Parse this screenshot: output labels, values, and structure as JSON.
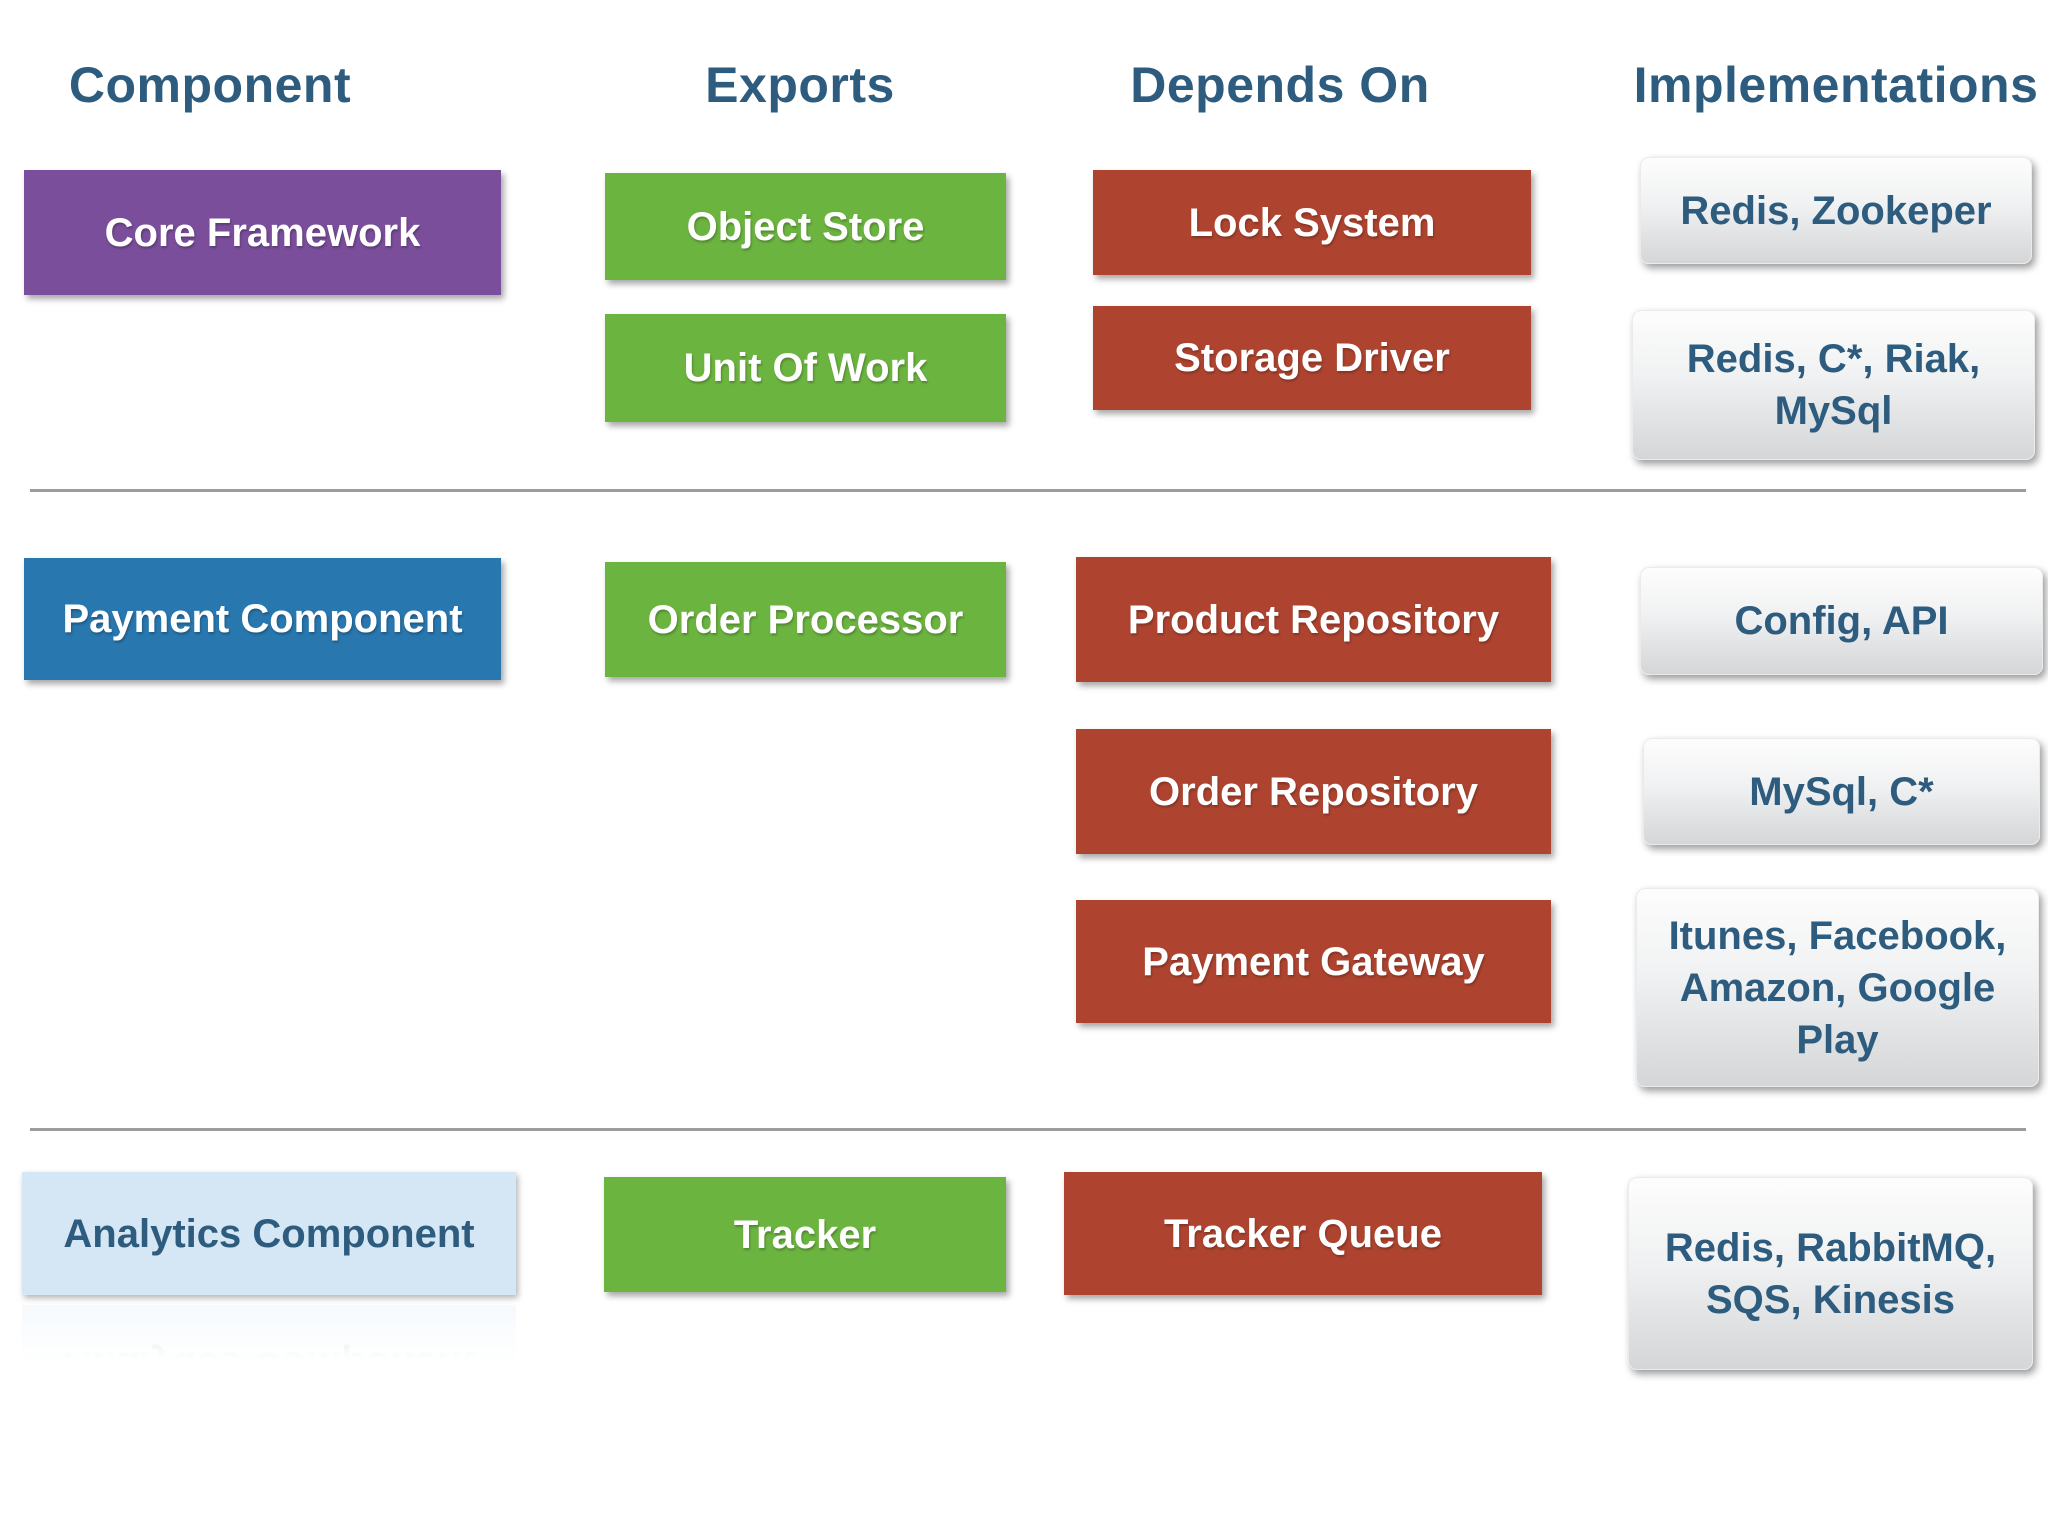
{
  "headers": [
    {
      "label": "Component"
    },
    {
      "label": "Exports"
    },
    {
      "label": "Depends On"
    },
    {
      "label": "Implementations"
    }
  ],
  "colors": {
    "purple": "#7A4E9B",
    "green": "#6CB440",
    "red": "#AE4430",
    "blue": "#2877AF",
    "lightblue": "#D5E6F5",
    "text": "#2E5C7E",
    "divider": "#9C9C9C"
  },
  "rows": [
    {
      "component": {
        "label": "Core Framework"
      },
      "exports": [
        {
          "label": "Object Store"
        },
        {
          "label": "Unit Of Work"
        }
      ],
      "depends_on": [
        {
          "label": "Lock System"
        },
        {
          "label": "Storage Driver"
        }
      ],
      "implementations": [
        {
          "label": "Redis, Zookeper"
        },
        {
          "label": "Redis, C*, Riak, MySql"
        }
      ]
    },
    {
      "component": {
        "label": "Payment Component"
      },
      "exports": [
        {
          "label": "Order Processor"
        }
      ],
      "depends_on": [
        {
          "label": "Product Repository"
        },
        {
          "label": "Order Repository"
        },
        {
          "label": "Payment Gateway"
        }
      ],
      "implementations": [
        {
          "label": "Config, API"
        },
        {
          "label": "MySql, C*"
        },
        {
          "label": "Itunes, Facebook, Amazon, Google Play"
        }
      ]
    },
    {
      "component": {
        "label": "Analytics Component"
      },
      "exports": [
        {
          "label": "Tracker"
        }
      ],
      "depends_on": [
        {
          "label": "Tracker Queue"
        }
      ],
      "implementations": [
        {
          "label": "Redis, RabbitMQ, SQS, Kinesis"
        }
      ]
    }
  ]
}
